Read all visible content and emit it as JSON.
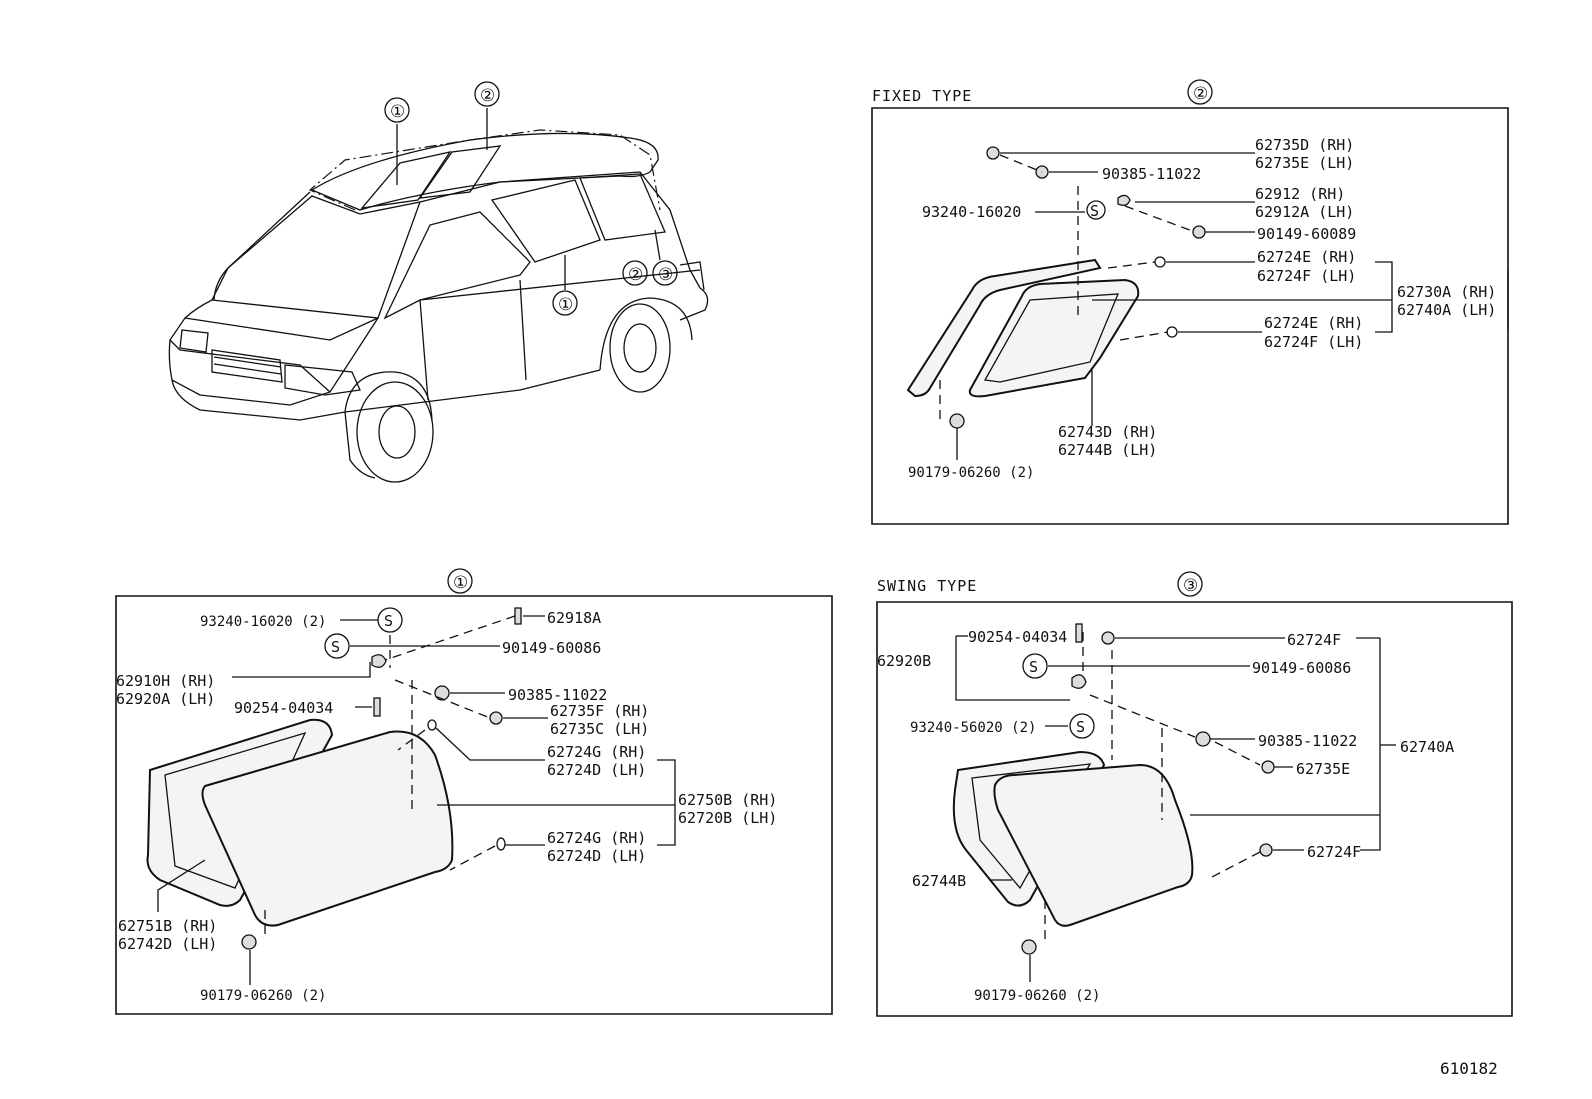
{
  "diagram_code": "610182",
  "panels": {
    "fixed": {
      "title": "FIXED TYPE",
      "ref": "②",
      "labels": {
        "a1": "62735D (RH)",
        "a2": "62735E (LH)",
        "b": "90385-11022",
        "c1": "62912  (RH)",
        "c2": "62912A (LH)",
        "d": "93240-16020",
        "e": "90149-60089",
        "f1": "62724E (RH)",
        "f2": "62724F (LH)",
        "g1": "62730A (RH)",
        "g2": "62740A (LH)",
        "h1": "62724E (RH)",
        "h2": "62724F (LH)",
        "i1": "62743D (RH)",
        "i2": "62744B (LH)",
        "j": "90179-06260 (2)"
      }
    },
    "side": {
      "ref": "①",
      "labels": {
        "a": "93240-16020 (2)",
        "b": "62918A",
        "c": "90149-60086",
        "d1": "62910H (RH)",
        "d2": "62920A (LH)",
        "e": "90385-11022",
        "f": "90254-04034",
        "g1": "62735F (RH)",
        "g2": "62735C (LH)",
        "h1": "62724G (RH)",
        "h2": "62724D (LH)",
        "i1": "62750B (RH)",
        "i2": "62720B (LH)",
        "j1": "62724G (RH)",
        "j2": "62724D (LH)",
        "k1": "62751B (RH)",
        "k2": "62742D (LH)",
        "l": "90179-06260 (2)"
      }
    },
    "swing": {
      "title": "SWING TYPE",
      "ref": "③",
      "labels": {
        "a": "90254-04034",
        "b": "62724F",
        "c": "62920B",
        "d": "90149-60086",
        "e": "93240-56020 (2)",
        "f": "90385-11022",
        "g": "62740A",
        "h": "62735E",
        "i": "62724F",
        "j": "62744B",
        "k": "90179-06260 (2)"
      }
    }
  },
  "van_callouts": {
    "c1": "①",
    "c2": "②",
    "c3": "①",
    "c4": "②",
    "c5": "③"
  },
  "seal_symbol": "S"
}
